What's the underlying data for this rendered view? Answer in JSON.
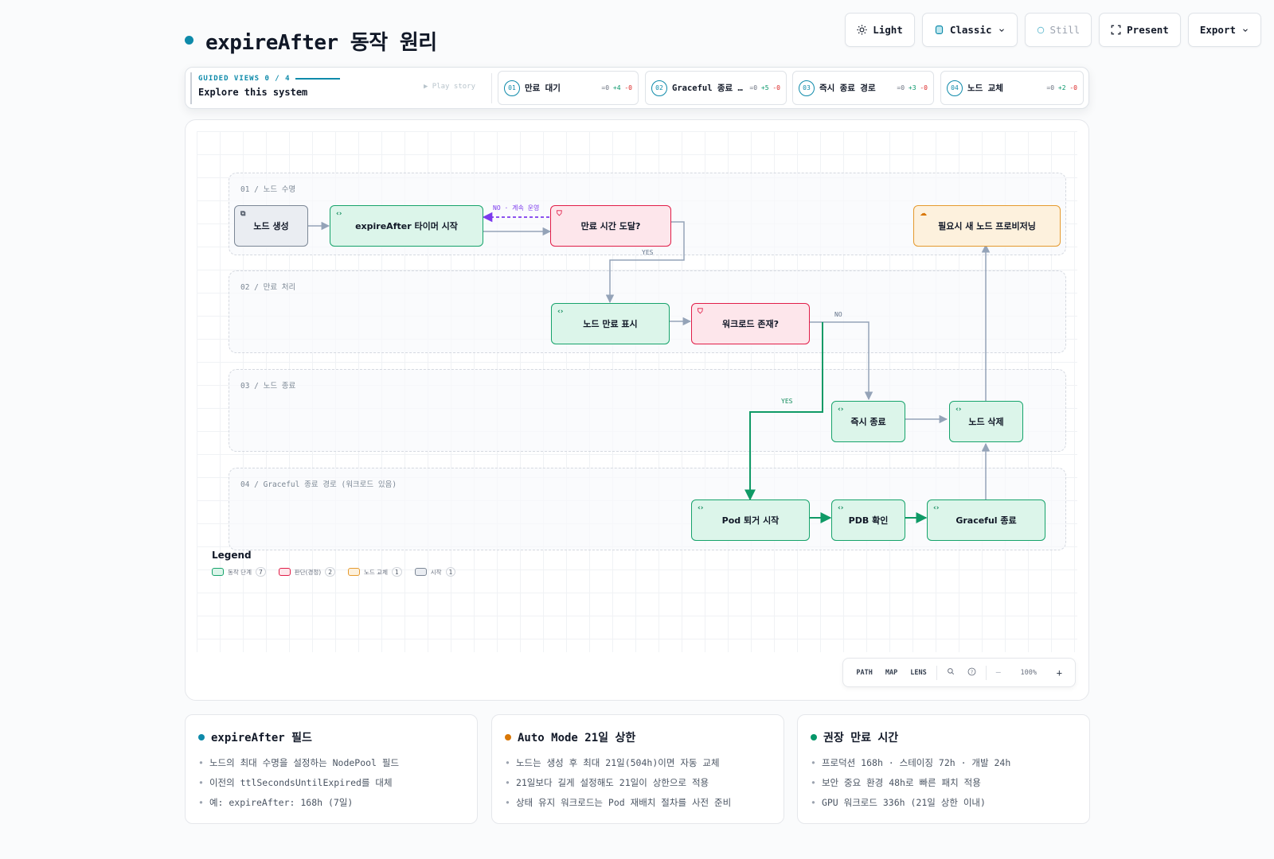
{
  "header": {
    "title": "expireAfter 동작 원리",
    "accent": "#0e8aaa"
  },
  "toolbar": {
    "light": "Light",
    "classic": "Classic",
    "still": "Still",
    "present": "Present",
    "export": "Export"
  },
  "guided": {
    "label": "GUIDED VIEWS 0 / 4",
    "subtitle": "Explore this system",
    "play": "▶ Play story",
    "views": [
      {
        "num": "01",
        "title": "만료 대기",
        "eq": "=0",
        "plus": "+4",
        "minus": "-0"
      },
      {
        "num": "02",
        "title": "Graceful 종료 경…",
        "eq": "=0",
        "plus": "+5",
        "minus": "-0"
      },
      {
        "num": "03",
        "title": "즉시 종료 경로",
        "eq": "=0",
        "plus": "+3",
        "minus": "-0"
      },
      {
        "num": "04",
        "title": "노드 교체",
        "eq": "=0",
        "plus": "+2",
        "minus": "-0"
      }
    ]
  },
  "diagram": {
    "lanes": [
      {
        "label": "01 / 노드 수명"
      },
      {
        "label": "02 / 만료 처리"
      },
      {
        "label": "03 / 노드 종료"
      },
      {
        "label": "04 / Graceful 종료 경로 (워크로드 있음)"
      }
    ],
    "nodes": {
      "create": "노드 생성",
      "timer": "expireAfter 타이머 시작",
      "reached": "만료 시간 도달?",
      "provision": "필요시 새 노드 프로비저닝",
      "mark": "노드 만료 표시",
      "workload": "워크로드 존재?",
      "immediate": "즉시 종료",
      "delete": "노드 삭제",
      "evict": "Pod 퇴거 시작",
      "pdb": "PDB 확인",
      "graceful": "Graceful 종료"
    },
    "edge_labels": {
      "no_continue": "NO · 계속 운영",
      "yes1": "YES",
      "no2": "NO",
      "yes2": "YES"
    },
    "colors": {
      "action": "#16a36b",
      "decision": "#e11d48",
      "replace": "#e69a2e",
      "start": "#7c8796",
      "loop": "#7c3aed"
    }
  },
  "legend": {
    "title": "Legend",
    "items": [
      {
        "label": "동작 단계",
        "count": "7"
      },
      {
        "label": "판단(경정)",
        "count": "2"
      },
      {
        "label": "노드 교체",
        "count": "1"
      },
      {
        "label": "시작",
        "count": "1"
      }
    ]
  },
  "view_controls": {
    "path": "PATH",
    "map": "MAP",
    "lens": "LENS",
    "zoom_out": "—",
    "zoom": "100%",
    "zoom_in": "+"
  },
  "cards": [
    {
      "title": "expireAfter 필드",
      "color": "#0e8aaa",
      "items": [
        "노드의 최대 수명을 설정하는 NodePool 필드",
        "이전의 ttlSecondsUntilExpired를 대체",
        "예: expireAfter: 168h (7일)"
      ]
    },
    {
      "title": "Auto Mode 21일 상한",
      "color": "#d97706",
      "items": [
        "노드는 생성 후 최대 21일(504h)이면 자동 교체",
        "21일보다 길게 설정해도 21일이 상한으로 적용",
        "상태 유지 워크로드는 Pod 재배치 절차를 사전 준비"
      ]
    },
    {
      "title": "권장 만료 시간",
      "color": "#059669",
      "items": [
        "프로덕션 168h · 스테이징 72h · 개발 24h",
        "보안 중요 환경 48h로 빠른 패치 적용",
        "GPU 워크로드 336h (21일 상한 이내)"
      ]
    }
  ]
}
